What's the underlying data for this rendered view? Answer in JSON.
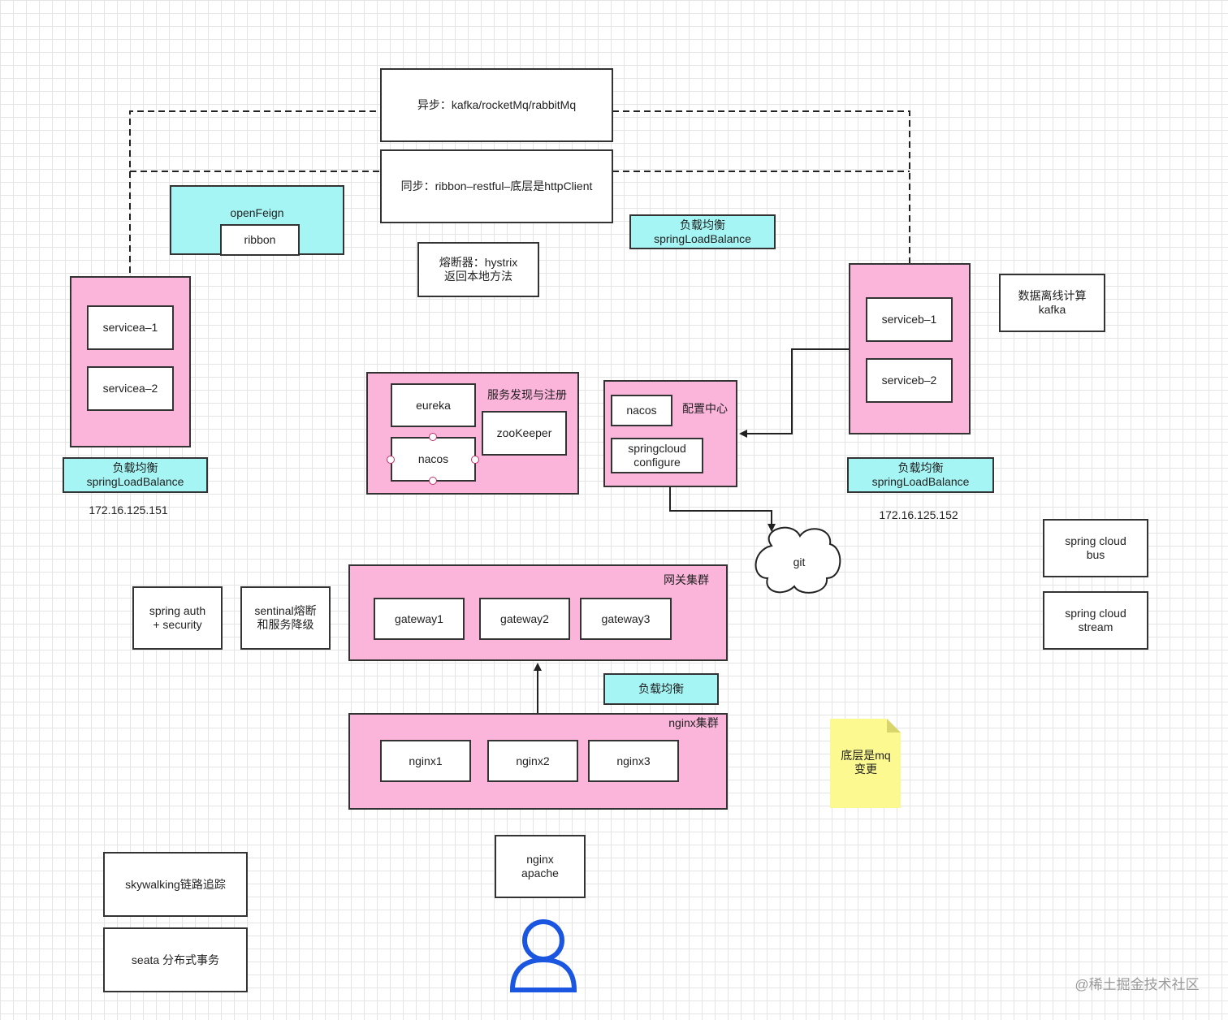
{
  "diagram": {
    "async_label": "异步：kafka/rocketMq/rabbitMq",
    "sync_label": "同步：ribbon–restful–底层是httpClient",
    "openfeign_label": "openFeign",
    "ribbon_label": "ribbon",
    "hystrix_label": "熔断器：hystrix\n返回本地方法",
    "lb_top_label": "负载均衡\nspringLoadBalance",
    "service_a": {
      "items": [
        "servicea–1",
        "servicea–2"
      ],
      "lb_label": "负载均衡\nspringLoadBalance",
      "ip": "172.16.125.151"
    },
    "service_b": {
      "items": [
        "serviceb–1",
        "serviceb–2"
      ],
      "lb_label": "负载均衡\nspringLoadBalance",
      "ip": "172.16.125.152"
    },
    "offline_calc_label": "数据离线计算\nkafka",
    "discovery": {
      "title": "服务发现与注册",
      "eureka": "eureka",
      "zookeeper": "zooKeeper",
      "nacos": "nacos"
    },
    "config_center": {
      "title": "配置中心",
      "nacos": "nacos",
      "springcloud_config": "springcloud\nconfigure"
    },
    "git_label": "git",
    "spring_cloud_bus": "spring cloud\nbus",
    "spring_cloud_stream": "spring cloud\nstream",
    "spring_auth": "spring auth\n+ security",
    "sentinal": "sentinal熔断\n和服务降级",
    "gateway_cluster": {
      "title": "网关集群",
      "items": [
        "gateway1",
        "gateway2",
        "gateway3"
      ]
    },
    "lb_mid_label": "负载均衡",
    "nginx_cluster": {
      "title": "nginx集群",
      "items": [
        "nginx1",
        "nginx2",
        "nginx3"
      ]
    },
    "note_label": "底层是mq\n变更",
    "nginx_apache": "nginx\napache",
    "skywalking": "skywalking链路追踪",
    "seata": "seata 分布式事务",
    "watermark": "@稀土掘金技术社区",
    "colors": {
      "pink": "#fbb4da",
      "cyan": "#a6f5f5",
      "yellow": "#fbf98f",
      "user_icon": "#1a56e0"
    }
  }
}
